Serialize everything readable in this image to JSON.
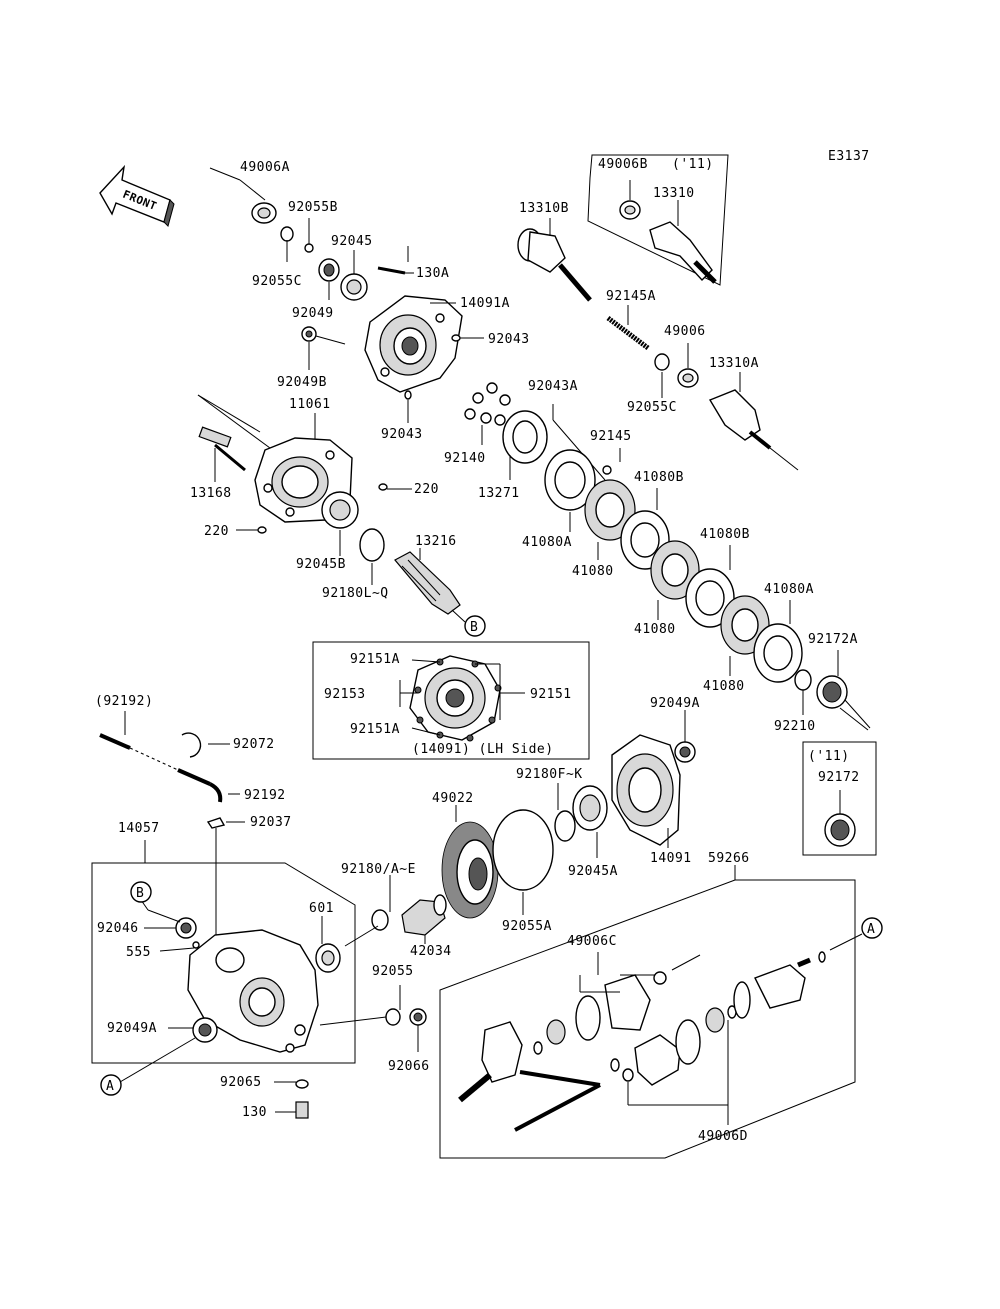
{
  "diagram_code": "E3137",
  "front_label": "FRONT",
  "labels": {
    "p49006A": "49006A",
    "p92055B": "92055B",
    "p92055C_top": "92055C",
    "p92045": "92045",
    "p130A": "130A",
    "p92049": "92049",
    "p14091A": "14091A",
    "p92043_top": "92043",
    "p92049B": "92049B",
    "p92043_mid": "92043",
    "p11061": "11061",
    "p13168": "13168",
    "p220_right": "220",
    "p220_left": "220",
    "p92045B": "92045B",
    "p13216": "13216",
    "p92180LQ": "92180L~Q",
    "p49006B": "49006B",
    "p11_a": "('11)",
    "p13310": "13310",
    "p13310B": "13310B",
    "p92145A": "92145A",
    "p49006": "49006",
    "p13310A": "13310A",
    "p92055C_mid": "92055C",
    "p92043A": "92043A",
    "p92145": "92145",
    "p92140": "92140",
    "p13271": "13271",
    "p41080B_1": "41080B",
    "p41080A_1": "41080A",
    "p41080_1": "41080",
    "p41080B_2": "41080B",
    "p41080_2": "41080",
    "p41080A_2": "41080A",
    "p92172A": "92172A",
    "p41080_3": "41080",
    "p92210": "92210",
    "p11_b": "('11)",
    "p92172": "92172",
    "p92151A_1": "92151A",
    "p92153": "92153",
    "p92151": "92151",
    "p92151A_2": "92151A",
    "p14091_lh": "(14091)  (LH Side)",
    "p92192_paren": "(92192)",
    "p92072": "92072",
    "p92192": "92192",
    "p92037": "92037",
    "p14057": "14057",
    "p92049A_top": "92049A",
    "p92180FK": "92180F~K",
    "p49022": "49022",
    "p14091": "14091",
    "p92045A": "92045A",
    "p59266": "59266",
    "p92180AE": "92180/A~E",
    "p601": "601",
    "p92046": "92046",
    "p555": "555",
    "p42034": "42034",
    "p92055A": "92055A",
    "p49006C": "49006C",
    "p92055": "92055",
    "p92049A_bot": "92049A",
    "p92066": "92066",
    "p92065": "92065",
    "p130": "130",
    "p49006D": "49006D",
    "callout_B": "B",
    "callout_A": "A"
  }
}
